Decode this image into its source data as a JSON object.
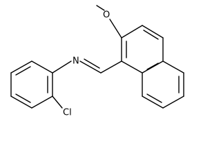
{
  "atoms": {
    "oxygen": "O",
    "nitrogen": "N",
    "chlorine": "Cl"
  }
}
